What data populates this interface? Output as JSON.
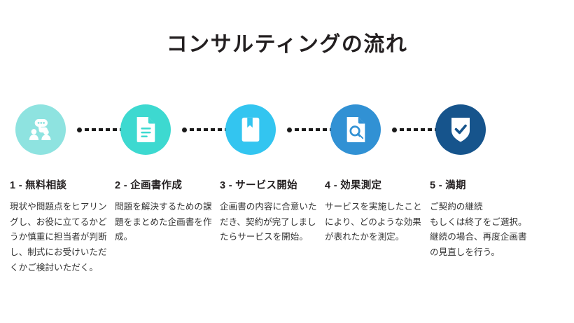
{
  "header": {
    "title": "コンサルティングの流れ"
  },
  "theme": {
    "background": "#ffffff",
    "title_color": "#231f20",
    "heading_color": "#231f20",
    "body_color": "#333333",
    "connector_color": "#1b1b1b"
  },
  "connector": {
    "icon": "dotted-arrow-right-icon",
    "dash_count": 6
  },
  "steps": [
    {
      "number": "1",
      "heading": "1 - 無料相談",
      "body": "現状や問題点をヒアリングし、お役に立てるかどうか慎重に担当者が判断し、制式にお受けいただくかご検討いただく。",
      "icon": "consultation-people-chat-icon",
      "circle_color": "#8ee3e0",
      "icon_color": "#ffffff",
      "has_connector": true
    },
    {
      "number": "2",
      "heading": "2 - 企画書作成",
      "body": "問題を解決するための課題をまとめた企画書を作成。",
      "icon": "document-lines-icon",
      "circle_color": "#3dd9d0",
      "icon_color": "#ffffff",
      "has_connector": true
    },
    {
      "number": "3",
      "heading": "3 - サービス開始",
      "body": "企画書の内容に合意いただき、契約が完了しましたらサービスを開始。",
      "icon": "book-bookmark-icon",
      "circle_color": "#33c5f0",
      "icon_color": "#ffffff",
      "has_connector": true
    },
    {
      "number": "4",
      "heading": "4 - 効果測定",
      "body": "サービスを実施したことにより、どのような効果が表れたかを測定。",
      "icon": "document-magnifier-icon",
      "circle_color": "#3191d4",
      "icon_color": "#ffffff",
      "has_connector": true
    },
    {
      "number": "5",
      "heading": "5 - 満期",
      "body": "ご契約の継続\nもしくは終了をご選択。\n継続の場合、再度企画書の見直しを行う。",
      "icon": "shield-check-icon",
      "circle_color": "#16548c",
      "icon_color": "#ffffff",
      "has_connector": false
    }
  ]
}
